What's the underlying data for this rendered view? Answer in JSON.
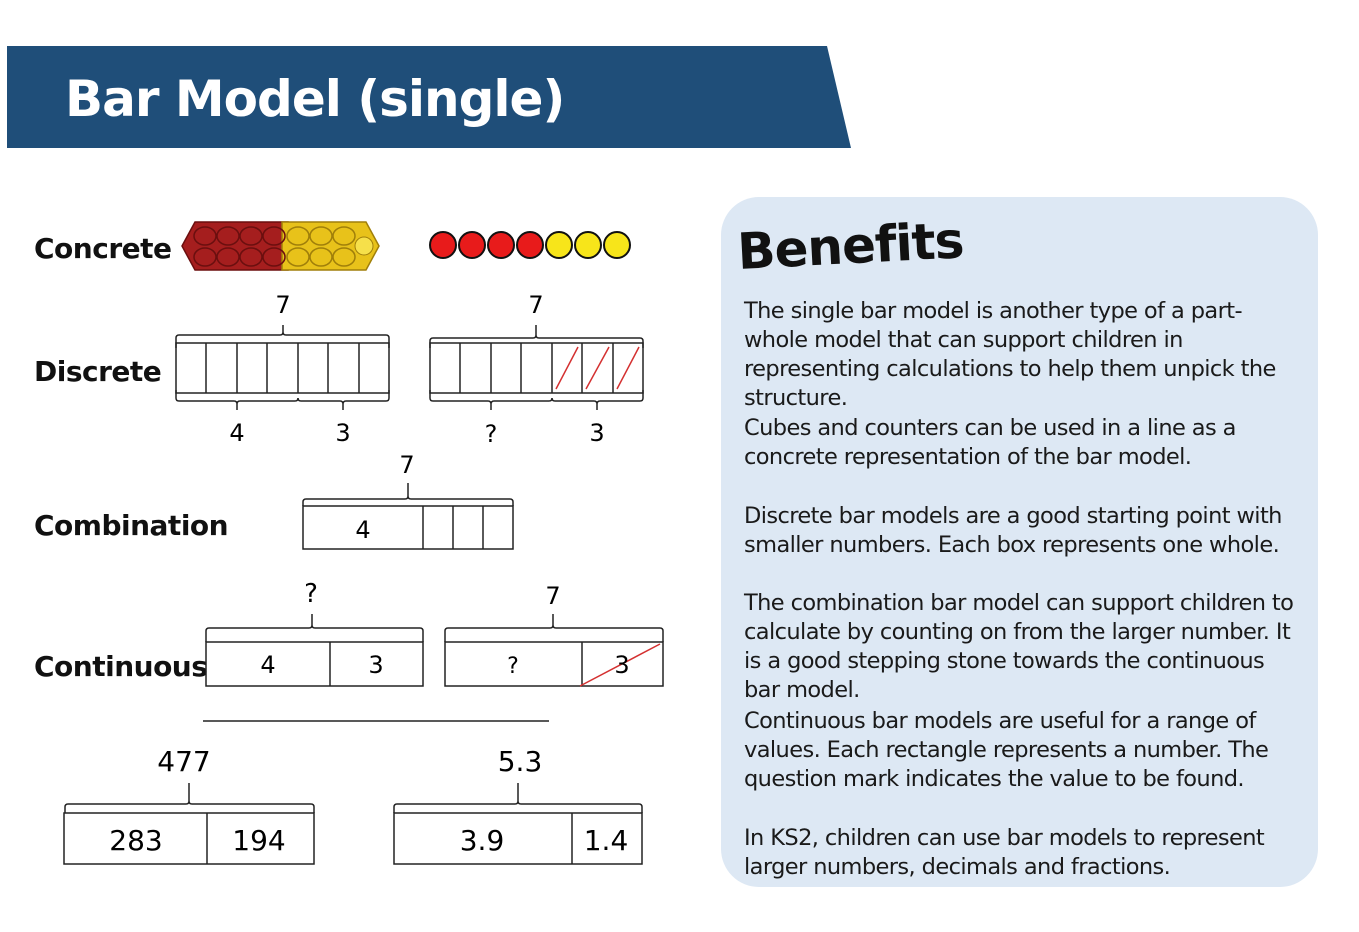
{
  "header": {
    "title": "Bar Model (single)",
    "banner_color": "#1f4e79"
  },
  "rows": {
    "concrete": "Concrete",
    "discrete": "Discrete",
    "combination": "Combination",
    "continuous": "Continuous"
  },
  "diagrams": {
    "discrete_1": {
      "whole": "7",
      "part_a": "4",
      "part_b": "3"
    },
    "discrete_2": {
      "whole": "7",
      "part_a": "?",
      "part_b": "3"
    },
    "combination": {
      "whole": "7",
      "part": "4"
    },
    "continuous_1": {
      "whole": "?",
      "part_a": "4",
      "part_b": "3"
    },
    "continuous_2": {
      "whole": "7",
      "part_a": "?",
      "part_b": "3"
    },
    "larger": {
      "whole": "477",
      "part_a": "283",
      "part_b": "194"
    },
    "decimal": {
      "whole": "5.3",
      "part_a": "3.9",
      "part_b": "1.4"
    }
  },
  "counters": {
    "red_count": 4,
    "yellow_count": 3,
    "red": "#e81b1b",
    "yellow": "#f7e51a"
  },
  "benefits": {
    "title": "Benefits",
    "paragraphs": [
      "The single bar model is another type of a part-whole model that can support children in representing calculations to help them unpick the structure.",
      "Cubes and counters can be used in a line as a concrete representation of the bar model.",
      "Discrete bar models are a good starting point with smaller numbers. Each box represents one whole.",
      "The combination bar model can support children to calculate by counting on from the larger number. It is a good stepping stone towards the continuous bar model.",
      "Continuous bar models are useful for a range of values. Each rectangle represents a number. The question mark indicates the value to be found.",
      "In KS2, children can use bar models to represent larger numbers, decimals and fractions."
    ],
    "panel_color": "#dde8f4"
  }
}
